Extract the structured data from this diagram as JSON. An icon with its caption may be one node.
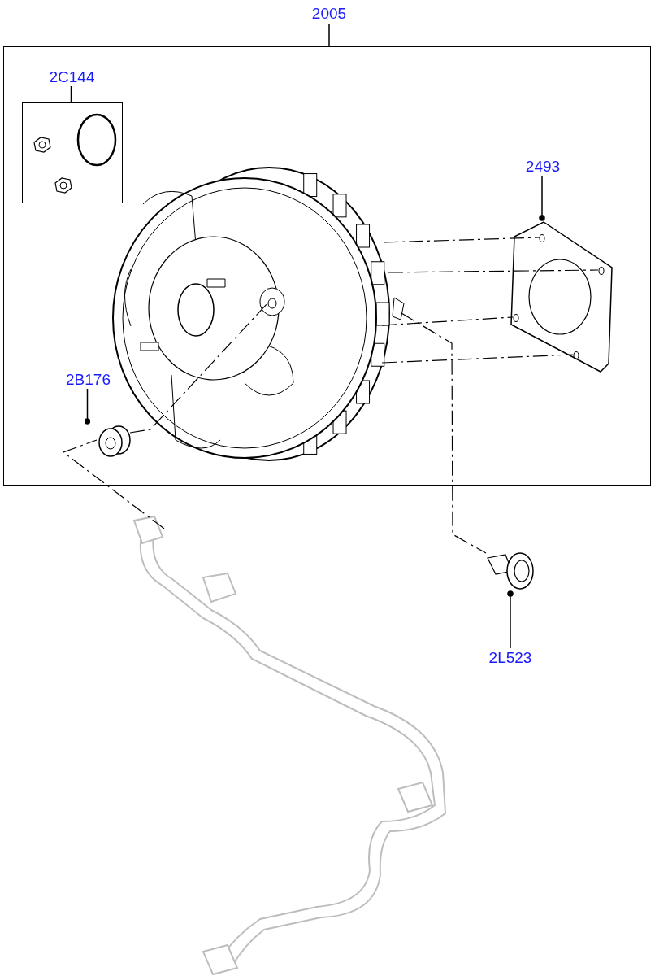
{
  "diagram": {
    "nodes": [
      {
        "text": [
          "2005"
        ]
      },
      {
        "text": [],
        "shape": "box"
      },
      {
        "text": [
          "2C144"
        ],
        "in": 1
      },
      {
        "text": [],
        "shape": "box",
        "in": 1
      },
      {
        "text": [
          "2493"
        ],
        "in": 1
      },
      {
        "text": [],
        "shape": "picture",
        "in": 1
      },
      {
        "text": [
          "2B176"
        ],
        "in": 1
      },
      {
        "text": [],
        "shape": "picture",
        "in": 1
      },
      {
        "text": [
          "2L523"
        ]
      },
      {
        "text": [],
        "shape": "picture"
      },
      {
        "text": [],
        "shape": "picture",
        "in": 1
      },
      {
        "text": [],
        "shape": "picture"
      }
    ],
    "edges": [
      {
        "from": 0,
        "to": 1,
        "arrow": "none"
      },
      {
        "from": 2,
        "to": 3,
        "arrow": "none"
      },
      {
        "from": 4,
        "to": 5,
        "arrow": "other"
      },
      {
        "from": 6,
        "to": 7,
        "arrow": "other"
      },
      {
        "from": 8,
        "to": 11,
        "arrow": "other"
      },
      {
        "from": 10,
        "to": 5,
        "arrow": "none",
        "style": "dashed"
      },
      {
        "from": 10,
        "to": 5,
        "arrow": "none",
        "style": "dashed"
      },
      {
        "from": 10,
        "to": 5,
        "arrow": "none",
        "style": "dashed"
      },
      {
        "from": 10,
        "to": 5,
        "arrow": "none",
        "style": "dashed"
      },
      {
        "from": 7,
        "to": 10,
        "arrow": "none",
        "style": "dashed"
      },
      {
        "from": 9,
        "to": 7,
        "arrow": "none",
        "style": "dashed"
      },
      {
        "from": 10,
        "to": 11,
        "arrow": "none",
        "style": "dashed"
      }
    ]
  }
}
